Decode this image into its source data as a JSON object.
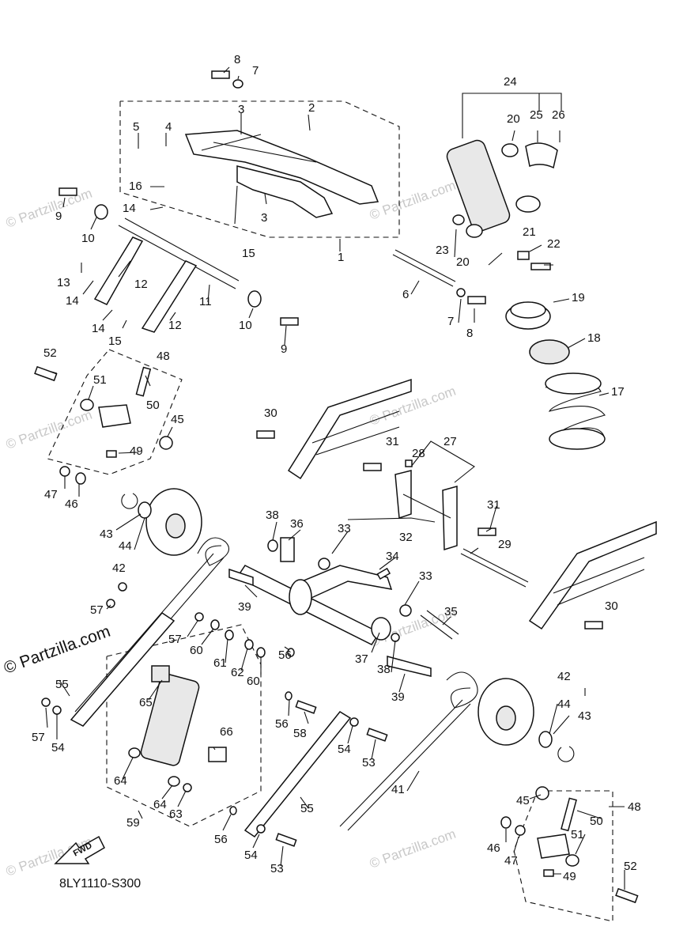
{
  "diagram_code": "8LY1110-S300",
  "fwd_label": "FWD",
  "watermark": {
    "brand_text": "© Partzilla.com",
    "repeat_text": "© Partzilla.com"
  },
  "callouts": {
    "n1": "1",
    "n2": "2",
    "n3a": "3",
    "n3b": "3",
    "n4": "4",
    "n5": "5",
    "n6": "6",
    "n7a": "7",
    "n7b": "7",
    "n8a": "8",
    "n8b": "8",
    "n9a": "9",
    "n9b": "9",
    "n10a": "10",
    "n10b": "10",
    "n11": "11",
    "n12a": "12",
    "n12b": "12",
    "n13": "13",
    "n14a": "14",
    "n14b": "14",
    "n14c": "14",
    "n15a": "15",
    "n15b": "15",
    "n16": "16",
    "n17": "17",
    "n18": "18",
    "n19": "19",
    "n20a": "20",
    "n20b": "20",
    "n21": "21",
    "n22": "22",
    "n23": "23",
    "n24": "24",
    "n25": "25",
    "n26": "26",
    "n27": "27",
    "n28": "28",
    "n29": "29",
    "n30a": "30",
    "n30b": "30",
    "n31a": "31",
    "n31b": "31",
    "n32": "32",
    "n33a": "33",
    "n33b": "33",
    "n34": "34",
    "n35": "35",
    "n36": "36",
    "n37": "37",
    "n38a": "38",
    "n38b": "38",
    "n39a": "39",
    "n39b": "39",
    "n41": "41",
    "n42a": "42",
    "n42b": "42",
    "n43a": "43",
    "n43b": "43",
    "n44a": "44",
    "n44b": "44",
    "n45a": "45",
    "n45b": "45",
    "n46a": "46",
    "n46b": "46",
    "n47a": "47",
    "n47b": "47",
    "n48a": "48",
    "n48b": "48",
    "n49a": "49",
    "n49b": "49",
    "n50a": "50",
    "n50b": "50",
    "n51a": "51",
    "n51b": "51",
    "n52a": "52",
    "n52b": "52",
    "n53a": "53",
    "n53b": "53",
    "n54a": "54",
    "n54b": "54",
    "n54c": "54",
    "n55a": "55",
    "n55b": "55",
    "n56a": "56",
    "n56b": "56",
    "n56c": "56",
    "n57a": "57",
    "n57b": "57",
    "n57c": "57",
    "n58": "58",
    "n59": "59",
    "n60a": "60",
    "n60b": "60",
    "n61": "61",
    "n62": "62",
    "n63": "63",
    "n64a": "64",
    "n64b": "64",
    "n65": "65",
    "n66": "66"
  }
}
